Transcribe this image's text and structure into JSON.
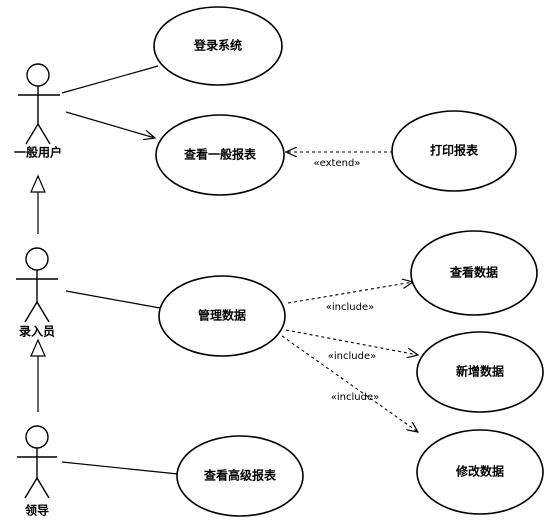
{
  "actors": {
    "user": {
      "label": "一般用户"
    },
    "entry": {
      "label": "录入员"
    },
    "leader": {
      "label": "领导"
    }
  },
  "use_cases": {
    "login": {
      "label": "登录系统"
    },
    "view_report": {
      "label": "查看一般报表"
    },
    "print_report": {
      "label": "打印报表"
    },
    "manage_data": {
      "label": "管理数据"
    },
    "query_data": {
      "label": "查看数据"
    },
    "add_data": {
      "label": "新增数据"
    },
    "edit_data": {
      "label": "修改数据"
    },
    "senior_report": {
      "label": "查看高级报表"
    }
  },
  "relations": {
    "extend": "«extend»",
    "include_query": "«include»",
    "include_add": "«include»",
    "include_edit": "«include»"
  }
}
